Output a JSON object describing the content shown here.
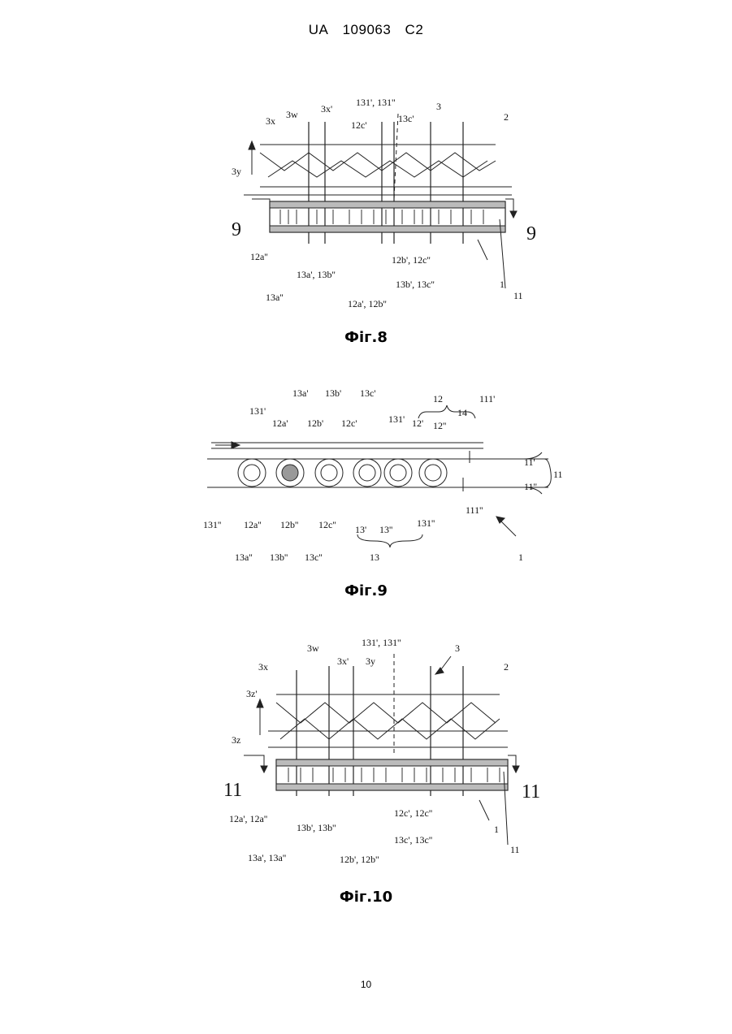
{
  "header": {
    "country": "UA",
    "number": "109063",
    "kind": "C2"
  },
  "fig8": {
    "caption": "Фіг.8",
    "labels": {
      "l3x": "3x",
      "l3w": "3w",
      "l3xp": "3x'",
      "l131": "131', 131''",
      "l3": "3",
      "l2": "2",
      "l12cp": "12c'",
      "l13cp": "13c'",
      "l3y": "3y",
      "s9a": "9",
      "s9b": "9",
      "l12a2": "12a''",
      "l13a1": "13a', 13b''",
      "l13a2": "13a''",
      "l12a1": "12a', 12b''",
      "l12b1": "12b', 12c''",
      "l13b1": "13b', 13c''",
      "l1": "1",
      "l11": "11"
    }
  },
  "fig9": {
    "caption": "Фіг.9",
    "labels": {
      "l13a1": "13a'",
      "l13b1": "13b'",
      "l13c1": "13c'",
      "l12": "12",
      "l111p": "111'",
      "l131p": "131'",
      "l12a1": "12a'",
      "l12b1": "12b'",
      "l12c1": "12c'",
      "l131p2": "131'",
      "l12p": "12'",
      "l12pp": "12''",
      "l14": "14",
      "l11p": "11'",
      "l11pp": "11''",
      "l11": "11",
      "l131pp": "131''",
      "l12a2": "12a''",
      "l12b2": "12b''",
      "l12c2": "12c''",
      "l13p": "13'",
      "l13pp": "13''",
      "l131pp2": "131''",
      "l111pp": "111''",
      "l13a2": "13a''",
      "l13b2": "13b''",
      "l13c2": "13c''",
      "l13": "13",
      "l1": "1"
    }
  },
  "fig10": {
    "caption": "Фіг.10",
    "labels": {
      "l3w": "3w",
      "l131": "131', 131''",
      "l3": "3",
      "l3x": "3x",
      "l3xp": "3x'",
      "l3y": "3y",
      "l2": "2",
      "l3zp": "3z'",
      "l3z": "3z",
      "s11a": "11",
      "s11b": "11",
      "l12a": "12a', 12a''",
      "l13b": "13b', 13b''",
      "l12c": "12c', 12c''",
      "l13c": "13c', 13c''",
      "l1": "1",
      "l13a": "13a', 13a''",
      "l12b": "12b', 12b''",
      "l11": "11"
    }
  },
  "page_number": "10"
}
